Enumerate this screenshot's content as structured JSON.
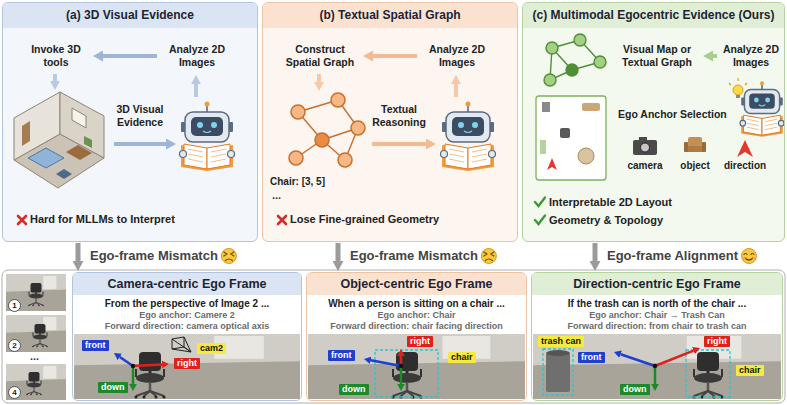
{
  "diagram": {
    "nodes": [
      {
        "text": [
          "(a) 3D Visual Evidence"
        ]
      },
      {
        "text": [
          "Invoke 3D tools"
        ],
        "in": 0
      },
      {
        "text": [
          "Analyze 2D Images"
        ],
        "in": 0
      },
      {
        "text": [
          "(b) Textual Spatial Graph"
        ]
      },
      {
        "text": [
          "Construct Spatial Graph"
        ],
        "in": 3
      },
      {
        "text": [
          "Analyze 2D Images"
        ],
        "in": 3
      },
      {
        "text": [
          "(c) Multimodal Egocentric Evidence (Ours)"
        ]
      },
      {
        "text": [
          "Visual Map or Textual Graph"
        ],
        "in": 6
      },
      {
        "text": [
          "Analyze 2D Images"
        ],
        "in": 6
      },
      {
        "text": [
          "Camera-centric Ego Frame",
          "From the perspective of Image 2 ...",
          "Ego anchor: Camere 2",
          "Forward direction: camera optical axis"
        ]
      },
      {
        "text": [
          "Object-centric Ego Frame",
          "When a person is sitting on a chair ...",
          "Ego anchor: Chair",
          "Forward direction: chair facing direction"
        ]
      },
      {
        "text": [
          "Direction-centric Ego Frame",
          "If the trash can is north of the chair ...",
          "Ego anchor: Chair → Trash Can",
          "Forward direction: from chair to trash can"
        ]
      }
    ],
    "edges": [
      {
        "from": 2,
        "to": 1,
        "arrow": "to"
      },
      {
        "from": 5,
        "to": 4,
        "arrow": "to"
      },
      {
        "from": 8,
        "to": 7,
        "arrow": "to"
      },
      {
        "from": 0,
        "to": 9,
        "arrow": "to"
      },
      {
        "from": 3,
        "to": 10,
        "arrow": "to"
      },
      {
        "from": 6,
        "to": 11,
        "arrow": "to"
      }
    ],
    "labels": [
      "3D Visual Evidence",
      "Hard for MLLMs to Interpret",
      "Chair: [3, 5]",
      "...",
      "Textual Reasoning",
      "Lose Fine-grained Geometry",
      "Ego Anchor Selection",
      "camera",
      "object",
      "direction",
      "Interpretable 2D Layout",
      "Geometry & Topology",
      "Ego-frame Mismatch",
      "Ego-frame Mismatch",
      "Ego-frame Alignment",
      "1",
      "2",
      "...",
      "4",
      "front",
      "right",
      "cam2",
      "down",
      "right",
      "front",
      "chair",
      "down",
      "trash can",
      "right",
      "front",
      "chair",
      "down"
    ]
  }
}
